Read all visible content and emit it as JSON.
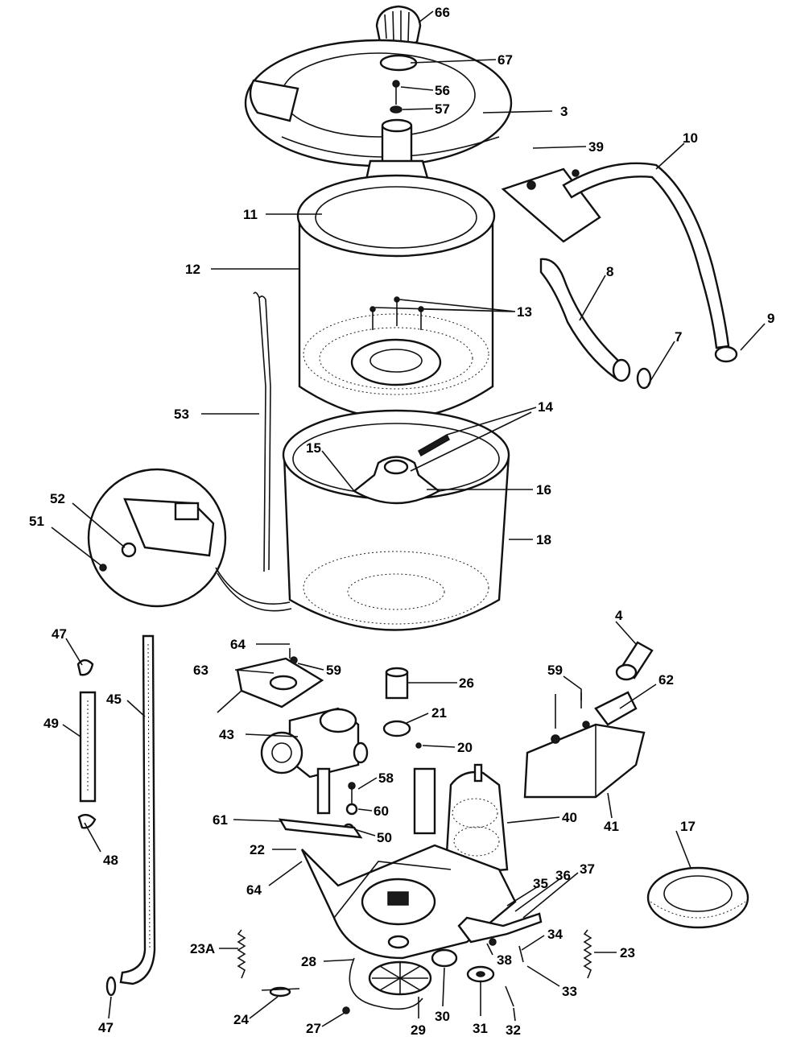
{
  "callouts": {
    "c66": "66",
    "c67": "67",
    "c56": "56",
    "c57": "57",
    "c3": "3",
    "c39": "39",
    "c10": "10",
    "c11": "11",
    "c12": "12",
    "c8": "8",
    "c13": "13",
    "c9": "9",
    "c7": "7",
    "c53": "53",
    "c14": "14",
    "c15": "15",
    "c16": "16",
    "c52": "52",
    "c51": "51",
    "c18": "18",
    "c47a": "47",
    "c64a": "64",
    "c4": "4",
    "c63": "63",
    "c59a": "59",
    "c59b": "59",
    "c62": "62",
    "c45": "45",
    "c26": "26",
    "c49": "49",
    "c21": "21",
    "c43": "43",
    "c20": "20",
    "c58": "58",
    "c40": "40",
    "c60": "60",
    "c41": "41",
    "c17": "17",
    "c61": "61",
    "c50": "50",
    "c48": "48",
    "c22": "22",
    "c64b": "64",
    "c35": "35",
    "c36": "36",
    "c37": "37",
    "c23A": "23A",
    "c34": "34",
    "c23": "23",
    "c28": "28",
    "c38": "38",
    "c33": "33",
    "c24": "24",
    "c47b": "47",
    "c27": "27",
    "c29": "29",
    "c30": "30",
    "c31": "31",
    "c32": "32"
  }
}
